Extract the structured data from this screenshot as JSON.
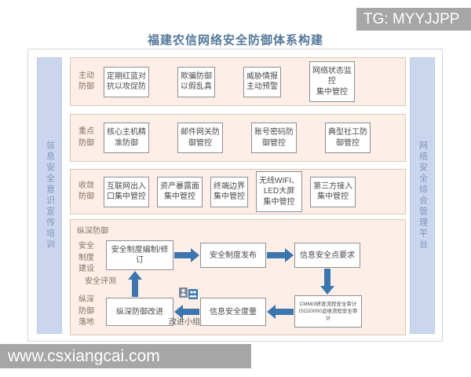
{
  "watermarks": {
    "tg": "TG: MYYJJPP",
    "site": "www.csxiangcai.com"
  },
  "title": "福建农信网络安全防御体系构建",
  "sidebars": {
    "left": "信息安全意识宣传培训",
    "right": "网络安全综合管理平台"
  },
  "rows": [
    {
      "label": "主动\n防御",
      "boxes": [
        "定期红蓝对\n抗以攻促防",
        "欺骗防御\n以假乱真",
        "威胁情报\n主动预警",
        "网络状态监\n控\n集中管控"
      ]
    },
    {
      "label": "重点\n防御",
      "boxes": [
        "核心主机精\n准防御",
        "邮件网关防\n御管控",
        "账号密码防\n御管控",
        "典型社工防\n御管控"
      ]
    },
    {
      "label": "收敛\n防御",
      "boxes": [
        "互联网出入\n口集中管控",
        "资产暴露面\n集中管控",
        "终端边界\n集中管控",
        "无线WIFI、\nLED大屏\n集中管控",
        "第三方接入\n集中管控"
      ]
    }
  ],
  "depth": {
    "header": "纵深防御",
    "labels": {
      "build": "安全\n制度\n建设",
      "evaluate": "安全评测",
      "landing": "纵深\n防御\n落地"
    },
    "nodes": {
      "draft": "安全制度编制/修\n订",
      "publish": "安全制度发布",
      "requirement": "信息安全点要求",
      "audit": "CMMI3研发流程安全审计\nISO20000运维流程安全审\n计",
      "measure": "信息安全度量",
      "improve": "纵深防御改进"
    },
    "team_label": "改进小组"
  },
  "colors": {
    "arrow": "#3b76ae",
    "row_bg": "#fdeee8",
    "row_border": "#dcc8b0",
    "sidebar_bg": "#c9d6ee",
    "sidebar_text": "#8494ba",
    "title_text": "#54789a",
    "watermark_bg": "#a6a6a6"
  }
}
